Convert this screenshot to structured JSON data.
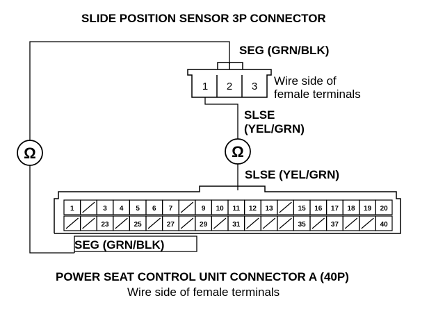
{
  "diagram": {
    "title_top": "SLIDE POSITION SENSOR 3P CONNECTOR",
    "seg_top_label": "SEG (GRN/BLK)",
    "sensor_pins": [
      "1",
      "2",
      "3"
    ],
    "sensor_note_line1": "Wire side of",
    "sensor_note_line2": "female terminals",
    "slse_label_1": "SLSE",
    "slse_label_2": "(YEL/GRN)",
    "slse_lower_label": "SLSE (YEL/GRN)",
    "ohm_symbol": "Ω",
    "seg_bottom_label": "SEG (GRN/BLK)",
    "title_bottom": "POWER SEAT CONTROL UNIT CONNECTOR A (40P)",
    "bottom_note": "Wire side of female terminals",
    "connector_a": {
      "top_row": [
        "1",
        "",
        "3",
        "4",
        "5",
        "6",
        "7",
        "",
        "9",
        "10",
        "11",
        "12",
        "13",
        "",
        "15",
        "16",
        "17",
        "18",
        "19",
        "20"
      ],
      "bottom_row": [
        "",
        "",
        "23",
        "",
        "25",
        "",
        "27",
        "",
        "29",
        "",
        "31",
        "",
        "",
        "",
        "35",
        "",
        "37",
        "",
        "",
        "40"
      ]
    }
  }
}
